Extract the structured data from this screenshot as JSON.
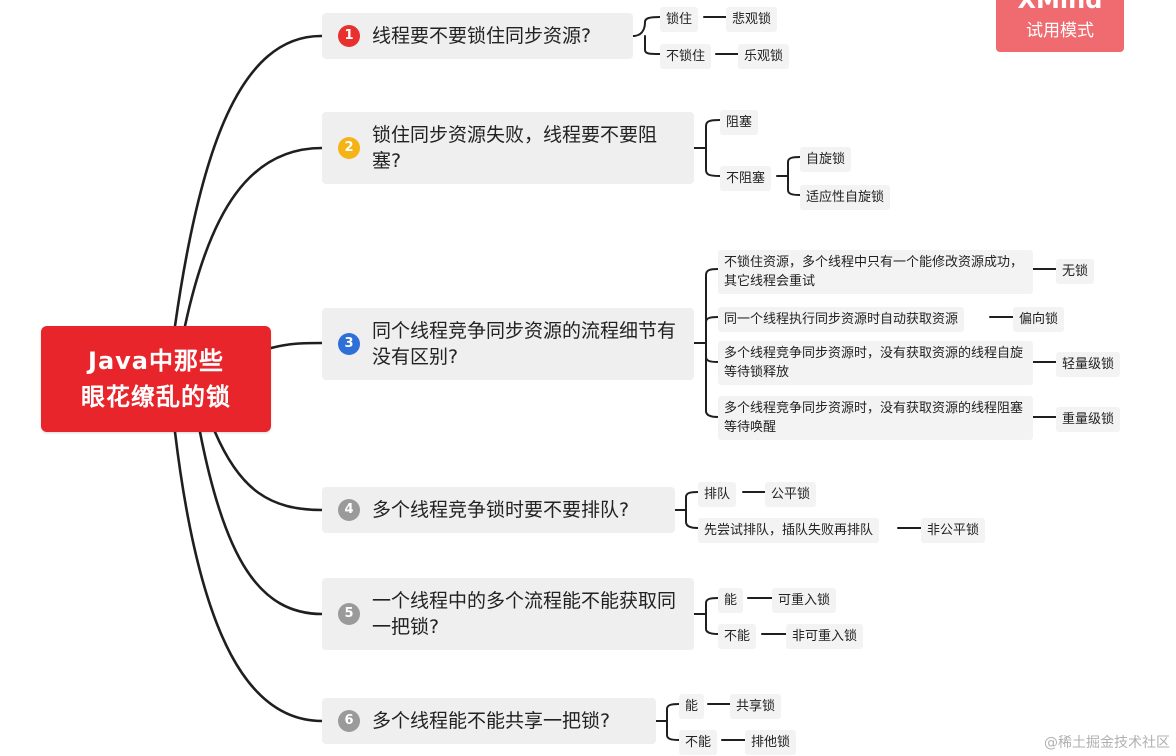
{
  "root": {
    "line1": "Java中那些",
    "line2": "眼花缭乱的锁"
  },
  "watermark": {
    "brand": "XMind",
    "mode": "试用模式"
  },
  "footer": "@稀土掘金技术社区",
  "colors": {
    "root": "#e8252b",
    "num1": "#e8312f",
    "num2": "#f5b316",
    "num3": "#2f6fd8",
    "num_other": "#9a9a9a",
    "line": "#1f1f1f"
  },
  "questions": [
    {
      "num": "1",
      "text": "线程要不要锁住同步资源?"
    },
    {
      "num": "2",
      "text": "锁住同步资源失败，线程要不要阻塞?"
    },
    {
      "num": "3",
      "text": "同个线程竞争同步资源的流程细节有没有区别?"
    },
    {
      "num": "4",
      "text": "多个线程竞争锁时要不要排队?"
    },
    {
      "num": "5",
      "text": "一个线程中的多个流程能不能获取同一把锁?"
    },
    {
      "num": "6",
      "text": "多个线程能不能共享一把锁?"
    }
  ],
  "q1": {
    "a1": "锁住",
    "r1": "悲观锁",
    "a2": "不锁住",
    "r2": "乐观锁"
  },
  "q2": {
    "a1": "阻塞",
    "a2": "不阻塞",
    "r2a": "自旋锁",
    "r2b": "适应性自旋锁"
  },
  "q3": {
    "a1": "不锁住资源，多个线程中只有一个能修改资源成功，其它线程会重试",
    "r1": "无锁",
    "a2": "同一个线程执行同步资源时自动获取资源",
    "r2": "偏向锁",
    "a3": "多个线程竞争同步资源时，没有获取资源的线程自旋等待锁释放",
    "r3": "轻量级锁",
    "a4": "多个线程竞争同步资源时，没有获取资源的线程阻塞等待唤醒",
    "r4": "重量级锁"
  },
  "q4": {
    "a1": "排队",
    "r1": "公平锁",
    "a2": "先尝试排队，插队失败再排队",
    "r2": "非公平锁"
  },
  "q5": {
    "a1": "能",
    "r1": "可重入锁",
    "a2": "不能",
    "r2": "非可重入锁"
  },
  "q6": {
    "a1": "能",
    "r1": "共享锁",
    "a2": "不能",
    "r2": "排他锁"
  }
}
